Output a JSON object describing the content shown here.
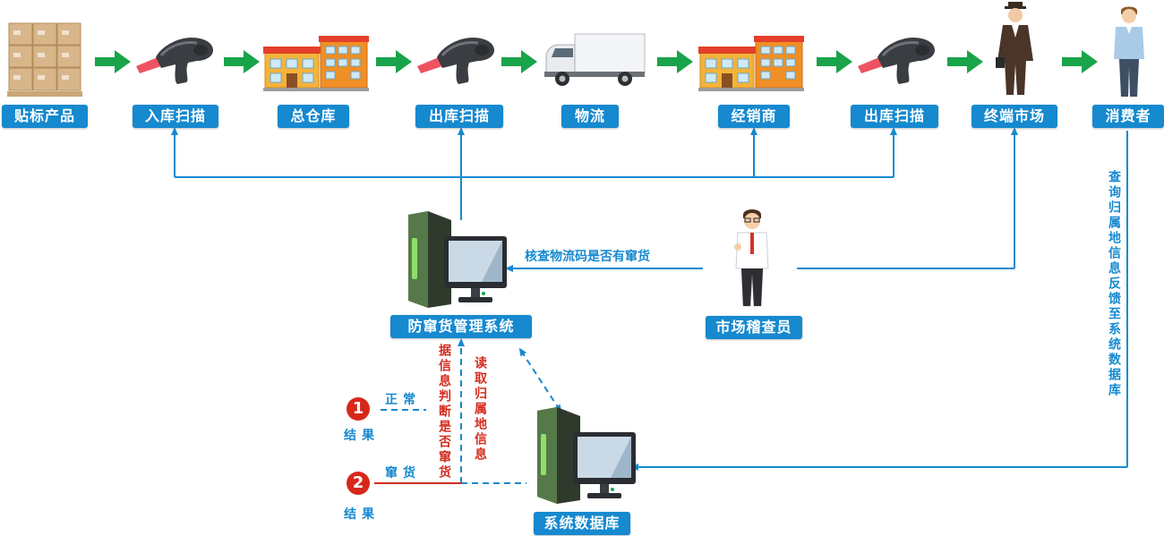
{
  "flow": {
    "steps": [
      {
        "label": "贴标产品",
        "icon": "carton-boxes-icon"
      },
      {
        "label": "入库扫描",
        "icon": "barcode-scanner-icon"
      },
      {
        "label": "总仓库",
        "icon": "warehouse-building-icon"
      },
      {
        "label": "出库扫描",
        "icon": "barcode-scanner-icon"
      },
      {
        "label": "物流",
        "icon": "delivery-truck-icon"
      },
      {
        "label": "经销商",
        "icon": "distributor-building-icon"
      },
      {
        "label": "出库扫描",
        "icon": "barcode-scanner-icon"
      },
      {
        "label": "终端市场",
        "icon": "businessman-icon"
      },
      {
        "label": "消费者",
        "icon": "consumer-person-icon"
      }
    ]
  },
  "system": {
    "label": "防窜货管理系统"
  },
  "inspector": {
    "label": "市场稽查员",
    "action": "核查物流码是否有窜货"
  },
  "database": {
    "label": "系统数据库"
  },
  "consumer_query": "查询归属地信息反馈至系统数据库",
  "read_info": "读取归属地信息",
  "judge_info": "据信息判断是否窜货",
  "result1": {
    "number": "1",
    "status": "正常",
    "label": "结果"
  },
  "result2": {
    "number": "2",
    "status": "窜货",
    "label": "结果"
  },
  "colors": {
    "accent": "#1689cf",
    "arrow": "#19a34a",
    "alert": "#d42c1f"
  }
}
